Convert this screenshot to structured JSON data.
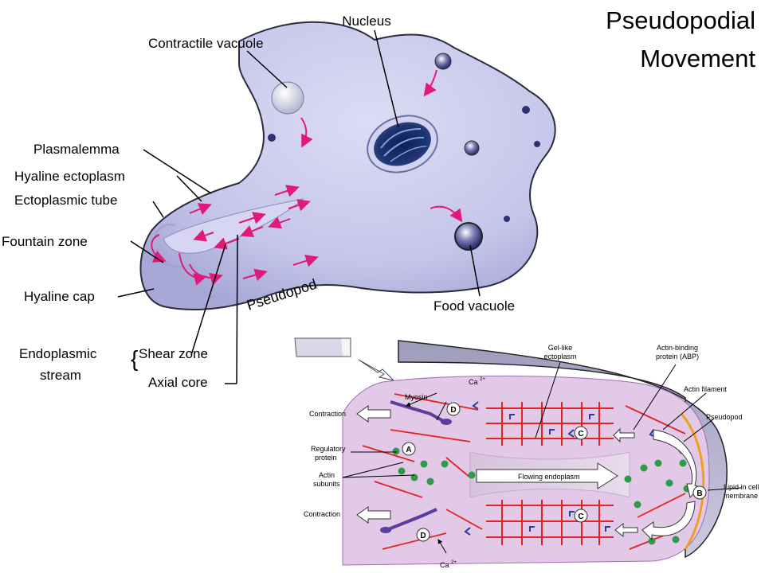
{
  "title": {
    "line1": "Pseudopodial",
    "line2": "Movement"
  },
  "amoeba": {
    "labels": {
      "nucleus": "Nucleus",
      "contractile_vacuole": "Contractile vacuole",
      "plasmalemma": "Plasmalemma",
      "hyaline_ectoplasm": "Hyaline ectoplasm",
      "ectoplasmic_tube": "Ectoplasmic tube",
      "fountain_zone": "Fountain zone",
      "hyaline_cap": "Hyaline cap",
      "endoplasmic_stream_1": "Endoplasmic",
      "endoplasmic_stream_2": "stream",
      "shear_zone": "Shear zone",
      "axial_core": "Axial core",
      "pseudopod": "Pseudopod",
      "food_vacuole": "Food vacuole"
    }
  },
  "detail": {
    "labels": {
      "gel_like_1": "Gel-like",
      "gel_like_2": "ectoplasm",
      "abp_1": "Actin-binding",
      "abp_2": "protein (ABP)",
      "actin_filament": "Actin filament",
      "pseudopod": "Pseudopod",
      "lipid_1": "Lipid in cell",
      "lipid_2": "membrane",
      "ca_top": "Ca",
      "ca_bottom": "Ca",
      "ca_sup": "2+",
      "myosin": "Myosin",
      "contraction_top": "Contraction",
      "contraction_bottom": "Contraction",
      "regulatory_1": "Regulatory",
      "regulatory_2": "protein",
      "actin_sub_1": "Actin",
      "actin_sub_2": "subunits",
      "flowing": "Flowing endoplasm"
    },
    "markers": {
      "A": "A",
      "B": "B",
      "C": "C",
      "D": "D"
    }
  },
  "colors": {
    "cell_fill": "#c9c9ec",
    "cell_dark": "#8e8fc4",
    "arrow_pink": "#e0197a",
    "detail_fill": "#e3cbe8",
    "actin_red": "#e52222",
    "abp_blue": "#2b3aa0",
    "subunit_green": "#2f9a4a",
    "myosin_purple": "#5b3d9e",
    "membrane_orange": "#f0a020"
  }
}
